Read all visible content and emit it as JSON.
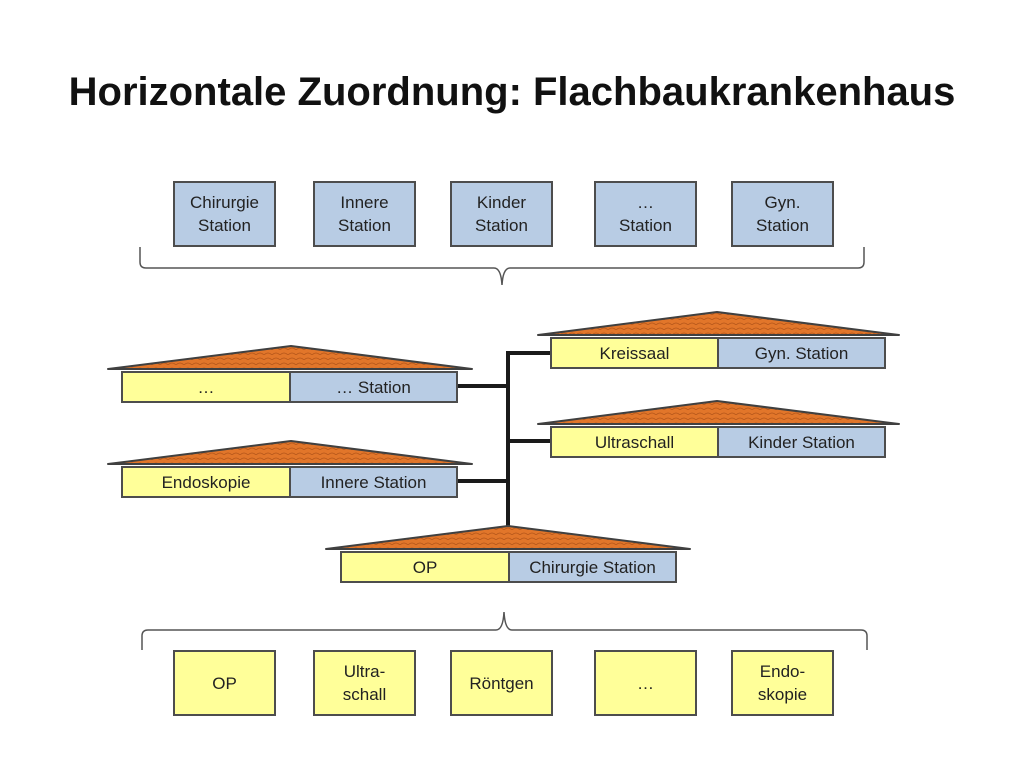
{
  "title": "Horizontale Zuordnung: Flachbaukrankenhaus",
  "colors": {
    "station": "#b8cce4",
    "function": "#ffff99",
    "roof": "#e2762a",
    "roof_edge": "#404040",
    "line": "#1a1a1a"
  },
  "top_stations": [
    "Chirurgie\nStation",
    "Innere\nStation",
    "Kinder\nStation",
    "…\nStation",
    "Gyn.\nStation"
  ],
  "buildings": [
    {
      "function": "Kreissaal",
      "station": "Gyn. Station"
    },
    {
      "function": "…",
      "station": "…  Station"
    },
    {
      "function": "Ultraschall",
      "station": "Kinder Station"
    },
    {
      "function": "Endoskopie",
      "station": "Innere Station"
    },
    {
      "function": "OP",
      "station": "Chirurgie Station"
    }
  ],
  "bottom_functions": [
    "OP",
    "Ultra-\nschall",
    "Röntgen",
    "…",
    "Endo-\nskopie"
  ]
}
